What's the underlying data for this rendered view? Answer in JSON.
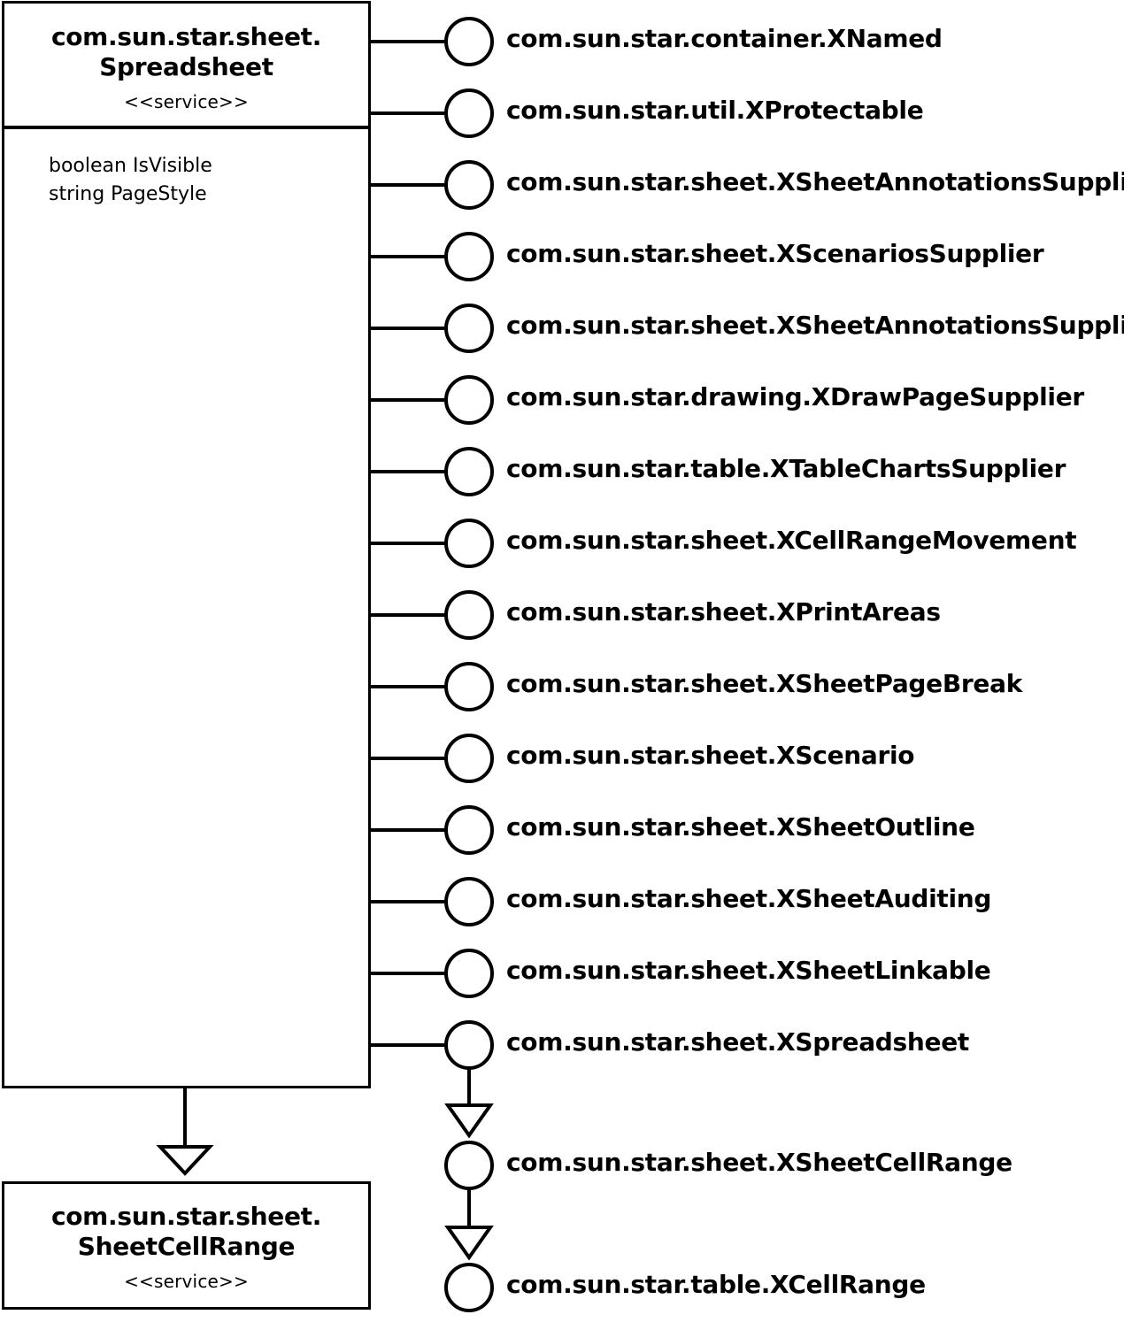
{
  "main_service": {
    "title_line1": "com.sun.star.sheet.",
    "title_line2": "Spreadsheet",
    "stereotype": "<<service>>",
    "attributes": [
      "boolean IsVisible",
      "string PageStyle"
    ]
  },
  "base_service": {
    "title_line1": "com.sun.star.sheet.",
    "title_line2": "SheetCellRange",
    "stereotype": "<<service>>"
  },
  "interfaces": [
    "com.sun.star.container.XNamed",
    "com.sun.star.util.XProtectable",
    "com.sun.star.sheet.XSheetAnnotationsSupplier",
    "com.sun.star.sheet.XScenariosSupplier",
    "com.sun.star.sheet.XSheetAnnotationsSupplier",
    "com.sun.star.drawing.XDrawPageSupplier",
    "com.sun.star.table.XTableChartsSupplier",
    "com.sun.star.sheet.XCellRangeMovement",
    "com.sun.star.sheet.XPrintAreas",
    "com.sun.star.sheet.XSheetPageBreak",
    "com.sun.star.sheet.XScenario",
    "com.sun.star.sheet.XSheetOutline",
    "com.sun.star.sheet.XSheetAuditing",
    "com.sun.star.sheet.XSheetLinkable",
    "com.sun.star.sheet.XSpreadsheet"
  ],
  "inherited_interfaces": [
    "com.sun.star.sheet.XSheetCellRange",
    "com.sun.star.table.XCellRange"
  ]
}
